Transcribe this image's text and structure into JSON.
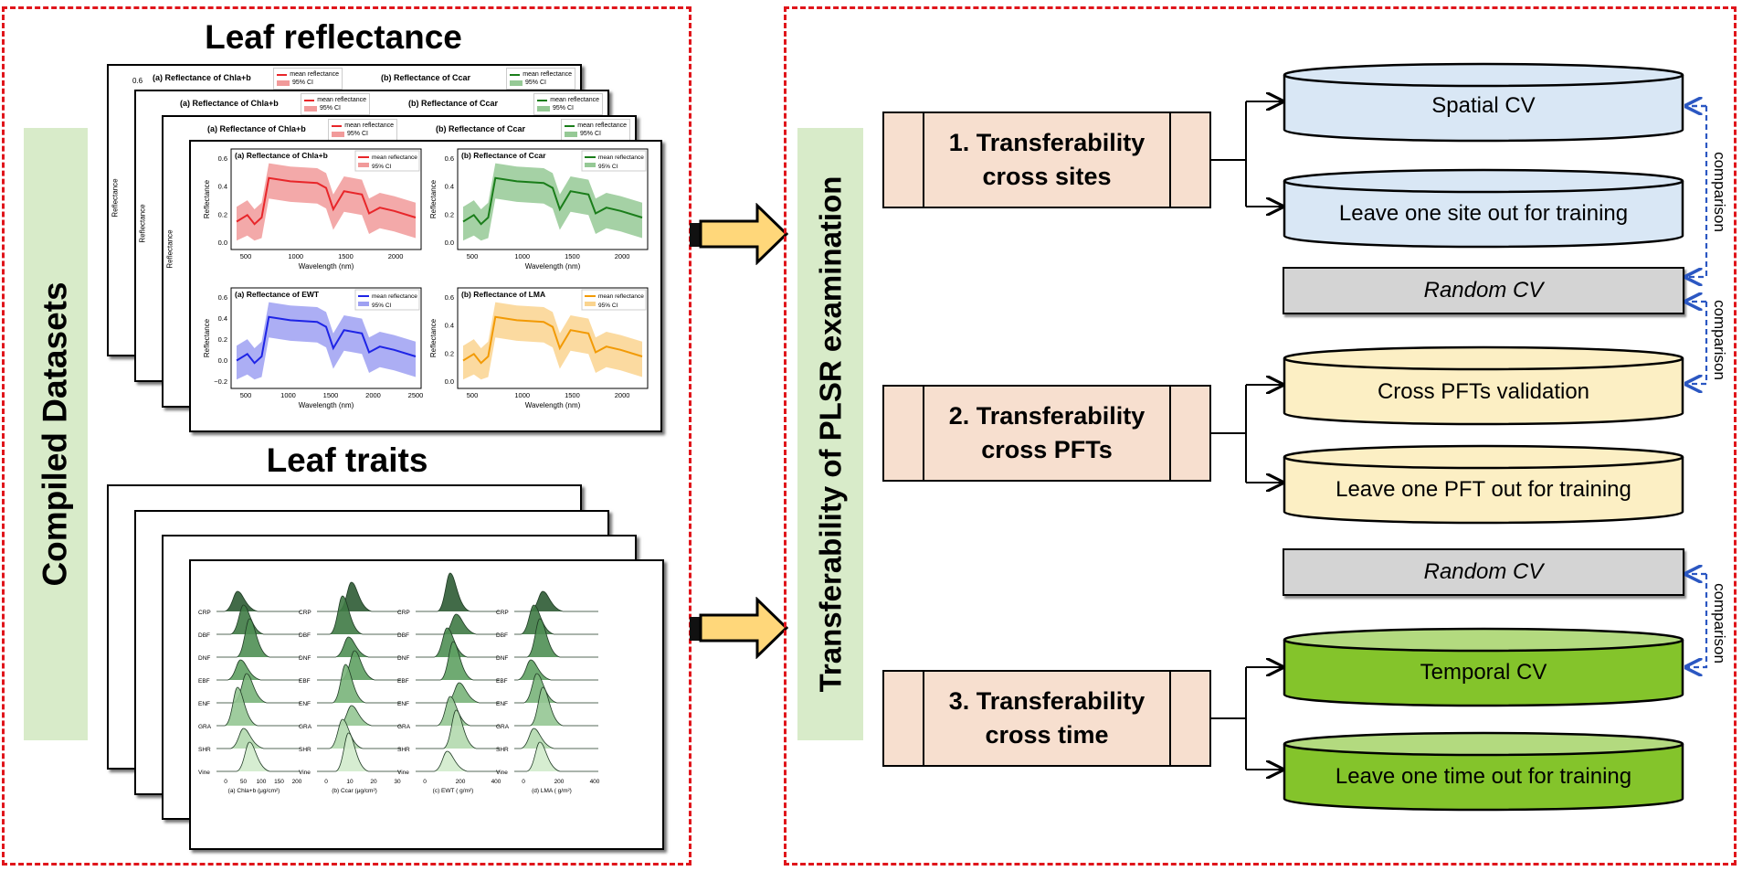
{
  "left_panel": {
    "vertical_label": "Compiled Datasets",
    "reflectance_heading": "Leaf reflectance",
    "traits_heading": "Leaf traits",
    "reflectance_plots": [
      {
        "title": "(a) Reflectance of Chla+b",
        "color": "#e8262a",
        "fill": "#f19a9a",
        "legend_line": "mean reflectance",
        "legend_fill": "95% CI"
      },
      {
        "title": "(b) Reflectance of Ccar",
        "color": "#1a7d1a",
        "fill": "#95c995",
        "legend_line": "mean reflectance",
        "legend_fill": "95% CI"
      },
      {
        "title": "(a) Reflectance of EWT",
        "color": "#1e24e6",
        "fill": "#9ea0f2",
        "legend_line": "mean reflectance",
        "legend_fill": "95% CI"
      },
      {
        "title": "(b) Reflectance of LMA",
        "color": "#f29a05",
        "fill": "#fad48f",
        "legend_line": "mean reflectance",
        "legend_fill": "95% CI"
      }
    ],
    "back_card_titles": [
      "(a) Reflectance of Chla+b",
      "(b) Reflectance of Ccar"
    ],
    "back_card_legend": [
      "mean reflectance",
      "95% CI"
    ],
    "y_axis_label": "Reflectance",
    "x_axis_label": "Wavelength (nm)",
    "x_ticks": [
      "500",
      "1000",
      "1500",
      "2000"
    ],
    "x_ticks_last": [
      "500",
      "1000",
      "1500",
      "2000",
      "2500"
    ],
    "y_ticks_top": [
      "0.6",
      "0.4",
      "0.2",
      "0.0"
    ],
    "y_ticks_bottom": [
      "0.6",
      "0.4",
      "0.2",
      "0.0",
      "−0.2"
    ],
    "back_y_tick": "0.6",
    "pft_labels": [
      "CRP",
      "DBF",
      "DNF",
      "EBF",
      "ENF",
      "GRA",
      "SHR",
      "Vine"
    ],
    "trait_plots": [
      {
        "xlabel": "(a) Chla+b (μg/cm²)",
        "ticks": [
          "0",
          "50",
          "100",
          "150",
          "200"
        ]
      },
      {
        "xlabel": "(b) Ccar (μg/cm²)",
        "ticks": [
          "0",
          "10",
          "20",
          "30"
        ]
      },
      {
        "xlabel": "(c) EWT ( g/m²)",
        "ticks": [
          "0",
          "200",
          "400"
        ]
      },
      {
        "xlabel": "(d) LMA ( g/m²)",
        "ticks": [
          "0",
          "200",
          "400"
        ]
      }
    ]
  },
  "right_panel": {
    "vertical_label": "Transferability of PLSR examination",
    "groups": [
      {
        "title_line1": "1. Transferability",
        "title_line2": "cross sites"
      },
      {
        "title_line1": "2. Transferability",
        "title_line2": "cross PFTs"
      },
      {
        "title_line1": "3. Transferability",
        "title_line2": "cross time"
      }
    ],
    "cylinders": [
      {
        "label": "Spatial CV",
        "fill": "#d9e7f5",
        "top": "#d9e7f5"
      },
      {
        "label": "Leave one site out for training",
        "fill": "#d9e7f5",
        "top": "#d9e7f5"
      },
      {
        "label": "Cross PFTs validation",
        "fill": "#fcefc4",
        "top": "#fcefc4"
      },
      {
        "label": "Leave one PFT out for training",
        "fill": "#fcefc4",
        "top": "#fcefc4"
      },
      {
        "label": "Temporal CV",
        "fill": "#84c42b",
        "top": "#b3da7f"
      },
      {
        "label": "Leave one time out for training",
        "fill": "#84c42b",
        "top": "#b3da7f"
      }
    ],
    "random_cv_1": "Random CV",
    "random_cv_2": "Random CV",
    "comparison_labels": [
      "comparison",
      "comparison",
      "comparison"
    ]
  }
}
